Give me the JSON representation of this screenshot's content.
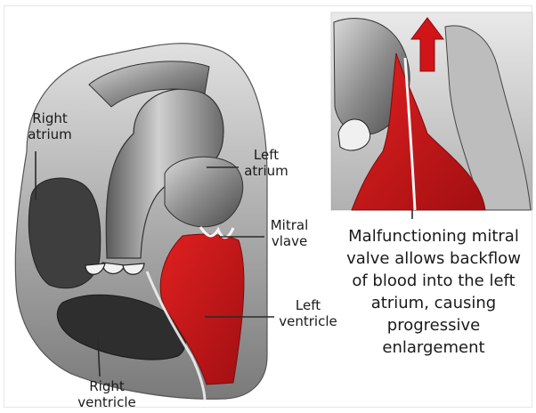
{
  "labels": {
    "right_atrium": "Right\natrium",
    "left_atrium": "Left\natrium",
    "mitral_valve": "Mitral\nvlave",
    "left_ventricle": "Left\nventricle",
    "right_ventricle": "Right\nventricle"
  },
  "caption": "Malfunctioning mitral\nvalve allows backflow\nof blood into the left\natrium, causing\nprogressive\nenlargement",
  "colors": {
    "blood_red": "#c8191c",
    "tissue_gray": "#8a8a8a",
    "tissue_dark": "#3a3a3a",
    "line": "#2a2a2a"
  },
  "icons": {
    "backflow_arrow": "up-arrow-icon"
  }
}
